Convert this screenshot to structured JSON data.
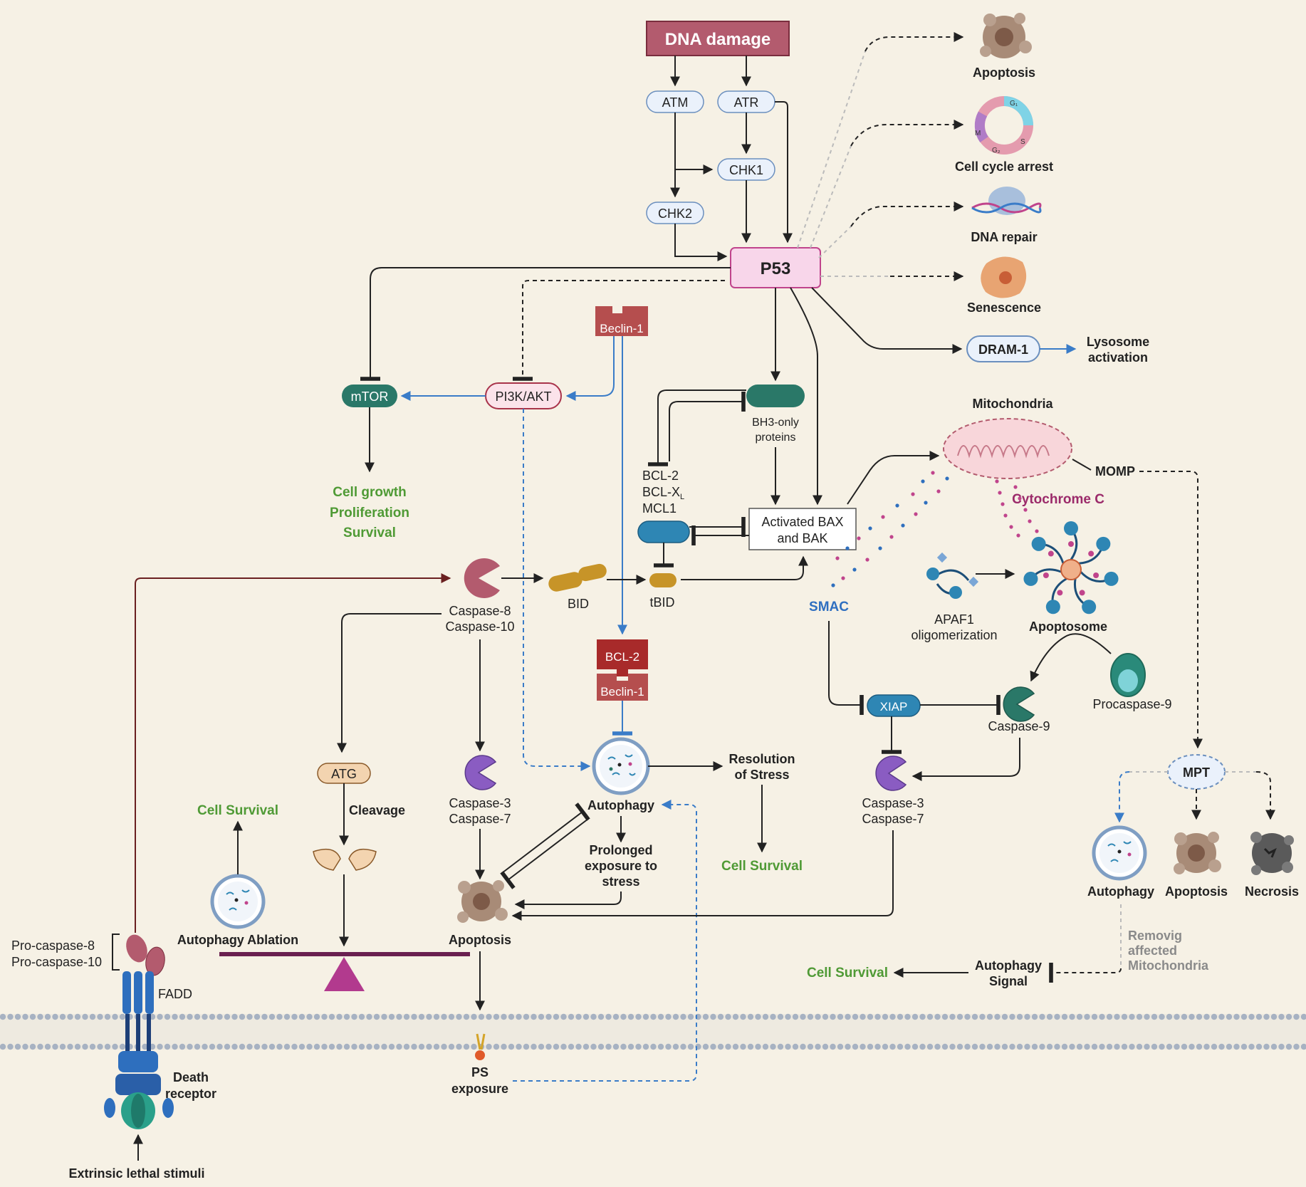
{
  "colors": {
    "background": "#f6f1e5",
    "dna_damage": "#b35b6e",
    "p53_fill": "#f8d6ea",
    "teal": "#2a7868",
    "blue_pill": "#2e86b4",
    "gold": "#c79428",
    "caspase8": "#b35b6e",
    "caspase3": "#8a5cc2",
    "bcl2_red": "#a82a2a",
    "green_text": "#4f9a35",
    "blue_text": "#2f6fc0",
    "purple_text": "#9b2a6a"
  },
  "labels": {
    "dna_damage": "DNA damage",
    "atm": "ATM",
    "atr": "ATR",
    "chk1": "CHK1",
    "chk2": "CHK2",
    "p53": "P53",
    "out_apoptosis": "Apoptosis",
    "out_cell_cycle": "Cell cycle arrest",
    "out_dna_repair": "DNA repair",
    "out_senescence": "Senescence",
    "dram1": "DRAM-1",
    "lysosome_1": "Lysosome",
    "lysosome_2": "activation",
    "beclin1": "Beclin-1",
    "mtor": "mTOR",
    "pi3k": "PI3K/AKT",
    "cell_growth_1": "Cell growth",
    "cell_growth_2": "Proliferation",
    "cell_growth_3": "Survival",
    "bh3_1": "BH3-only",
    "bh3_2": "proteins",
    "bcl2_list_1": "BCL-2",
    "bcl2_list_2": "BCL-X",
    "bcl2_list_2_sub": "L",
    "bcl2_list_3": "MCL1",
    "bax_1": "Activated BAX",
    "bax_2": "and BAK",
    "mitochondria": "Mitochondria",
    "momp": "MOMP",
    "cytochrome_c": "Cytochrome C",
    "smac": "SMAC",
    "apaf1_1": "APAF1",
    "apaf1_2": "oligomerization",
    "apoptosome": "Apoptosome",
    "procaspase9": "Procaspase-9",
    "caspase9": "Caspase-9",
    "xiap": "XIAP",
    "casp37_right_1": "Caspase-3",
    "casp37_right_2": "Caspase-7",
    "casp8_1": "Caspase-8",
    "casp8_2": "Caspase-10",
    "bid": "BID",
    "tbid": "tBID",
    "bcl2_box": "BCL-2",
    "beclin1_box": "Beclin-1",
    "atg": "ATG",
    "cleavage": "Cleavage",
    "casp37_mid_1": "Caspase-3",
    "casp37_mid_2": "Caspase-7",
    "autophagy_center": "Autophagy",
    "resolution_1": "Resolution",
    "resolution_2": "of Stress",
    "cell_survival_mid": "Cell Survival",
    "prolonged_1": "Prolonged",
    "prolonged_2": "exposure to",
    "prolonged_3": "stress",
    "apoptosis_center": "Apoptosis",
    "cell_survival_left": "Cell Survival",
    "autophagy_ablation": "Autophagy Ablation",
    "procasp_1": "Pro-caspase-8",
    "procasp_2": "Pro-caspase-10",
    "fadd": "FADD",
    "death_receptor_1": "Death",
    "death_receptor_2": "receptor",
    "extrinsic": "Extrinsic lethal stimuli",
    "ps_1": "PS",
    "ps_2": "exposure",
    "mpt": "MPT",
    "mpt_autophagy": "Autophagy",
    "mpt_apoptosis": "Apoptosis",
    "mpt_necrosis": "Necrosis",
    "removig_1": "Removig",
    "removig_2": "affected",
    "removig_3": "Mitochondria",
    "autophagy_signal_1": "Autophagy",
    "autophagy_signal_2": "Signal",
    "cell_survival_right": "Cell Survival",
    "cycle_g1": "G₁",
    "cycle_s": "S",
    "cycle_g2": "G₂",
    "cycle_m": "M"
  }
}
